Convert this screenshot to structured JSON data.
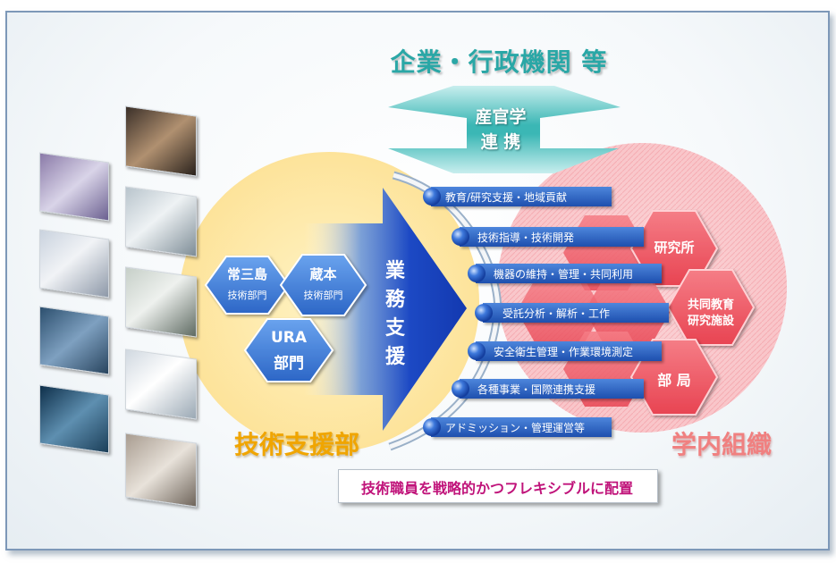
{
  "header": {
    "title": "企業・行政機関 等"
  },
  "arrow_up": {
    "line1": "産官学",
    "line2": "連 携"
  },
  "support_arrow": {
    "chars": [
      "業",
      "務",
      "支",
      "援"
    ]
  },
  "left": {
    "title": "技術支援部",
    "hex1": {
      "name": "常三島",
      "sub": "技術部門"
    },
    "hex2": {
      "name": "蔵本",
      "sub": "技術部門"
    },
    "hex3": {
      "line1": "URA",
      "line2": "部門"
    }
  },
  "right": {
    "title": "学内組織",
    "hex_institute": "研究所",
    "hex_joint": {
      "line1": "共同教育",
      "line2": "研究施設"
    },
    "hex_dept": "部 局"
  },
  "services": [
    "教育/研究支援・地域貢献",
    "技術指導・技術開発",
    "機器の維持・管理・共同利用",
    "受託分析・解析・工作",
    "安全衛生管理・作業環境測定",
    "各種事業・国際連携支援",
    "アドミッション・管理運営等"
  ],
  "footer": {
    "text": "技術職員を戦略的かつフレキシブルに配置"
  },
  "colors": {
    "teal": "#2aa7a6",
    "orange_title": "#f0a500",
    "red_title": "#f08080",
    "left_circle": "#fde7a6",
    "right_circle": "#f7b7bb",
    "hex_blue": "#3f7fd6",
    "hex_red": "#f0636e",
    "pill_blue": "#2c62c4",
    "footer_text": "#c0137a"
  },
  "icons": {
    "up_arrow": "double-up-arrow",
    "support_arrow": "right-arrow",
    "bullet": "blue-sphere"
  }
}
